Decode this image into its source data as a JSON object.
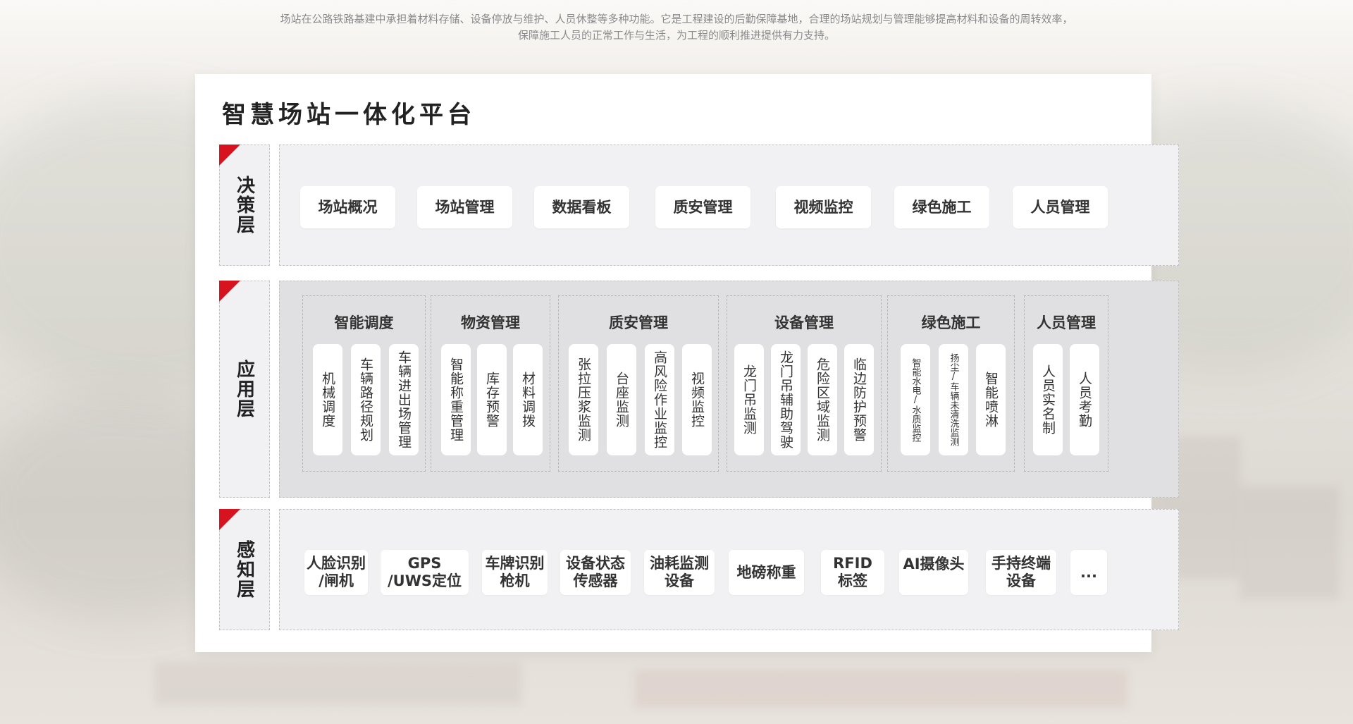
{
  "intro": {
    "line1": "场站在公路铁路基建中承担着材料存储、设备停放与维护、人员休整等多种功能。它是工程建设的后勤保障基地，合理的场站规划与管理能够提高材料和设备的周转效率，",
    "line2": "保障施工人员的正常工作与生活，为工程的顺利推进提供有力支持。"
  },
  "panel": {
    "title": "智慧场站一体化平台"
  },
  "colors": {
    "accent": "#d6131f",
    "panel": "#ffffff",
    "layer_bg": "#f1f1f3",
    "app_bg": "#e0e0e2"
  },
  "decision": {
    "label": "决策层",
    "items": [
      "场站概况",
      "场站管理",
      "数据看板",
      "质安管理",
      "视频监控",
      "绿色施工",
      "人员管理"
    ]
  },
  "application": {
    "label": "应用层",
    "groups": [
      {
        "title": "智能调度",
        "items": [
          "机械调度",
          "车辆路径规划",
          "车辆进出场管理"
        ]
      },
      {
        "title": "物资管理",
        "items": [
          "智能称重管理",
          "库存预警",
          "材料调拨"
        ]
      },
      {
        "title": "质安管理",
        "items": [
          "张拉压浆监测",
          "台座监测",
          "高风险作业监控",
          "视频监控"
        ]
      },
      {
        "title": "设备管理",
        "items": [
          "龙门吊监测",
          "龙门吊辅助驾驶",
          "危险区域监测",
          "临边防护预警"
        ]
      },
      {
        "title": "绿色施工",
        "items": [
          "智能水电/水质监控",
          "扬尘/车辆未清洗监测",
          "智能喷淋"
        ]
      },
      {
        "title": "人员管理",
        "items": [
          "人员实名制",
          "人员考勤"
        ]
      }
    ]
  },
  "perception": {
    "label": "感知层",
    "items": [
      {
        "line1": "人脸识别",
        "line2": "/闸机"
      },
      {
        "line1": "GPS",
        "line2": "/UWS定位"
      },
      {
        "line1": "车牌识别",
        "line2": "枪机"
      },
      {
        "line1": "设备状态",
        "line2": "传感器"
      },
      {
        "line1": "油耗监测",
        "line2": "设备"
      },
      {
        "line1": "地磅称重",
        "line2": ""
      },
      {
        "line1": "RFID",
        "line2": "标签"
      },
      {
        "line1": "AI摄像头",
        "line2": ""
      },
      {
        "line1": "手持终端",
        "line2": "设备"
      },
      {
        "line1": "...",
        "line2": ""
      }
    ]
  }
}
